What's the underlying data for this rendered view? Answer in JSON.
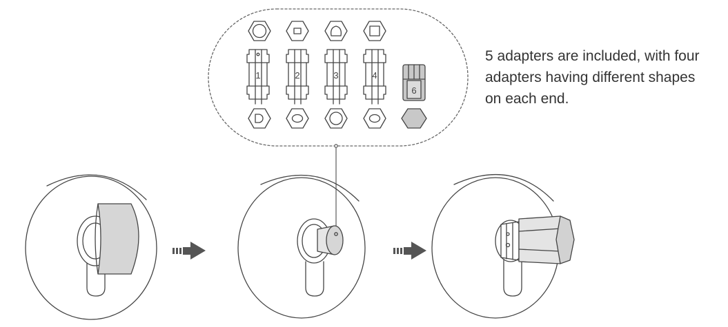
{
  "caption": {
    "line1": "5 adapters are included, with four",
    "line2": "adapters having different shapes",
    "line3": "on each end."
  },
  "adapters": [
    {
      "number": "1",
      "top_end": "circle",
      "bottom_end": "d-shape"
    },
    {
      "number": "2",
      "top_end": "small-rectangle",
      "bottom_end": "oval"
    },
    {
      "number": "3",
      "top_end": "rounded-d",
      "bottom_end": "circle"
    },
    {
      "number": "4",
      "top_end": "square",
      "bottom_end": "oval"
    },
    {
      "number": "6",
      "top_end": "none",
      "bottom_end": "filled-hex"
    }
  ],
  "steps": [
    "bare-cylinder-with-thumbturn",
    "cylinder-with-adapter",
    "cylinder-with-hex-adapter"
  ],
  "colors": {
    "line": "#444444",
    "adapter_fill": "#c8c8c8",
    "gray_fill": "#d6d6d6",
    "arrow": "#555555"
  }
}
